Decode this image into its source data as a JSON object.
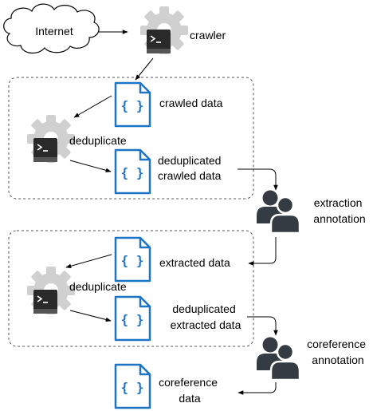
{
  "nodes": {
    "internet": "Internet",
    "crawler": "crawler",
    "crawled_data": "crawled data",
    "dedup_1": "deduplicate",
    "dedup_crawled": [
      "deduplicated",
      "crawled data"
    ],
    "extraction": [
      "extraction",
      "annotation"
    ],
    "extracted_data": "extracted data",
    "dedup_2": "deduplicate",
    "dedup_extracted": [
      "deduplicated",
      "extracted data"
    ],
    "coreference": [
      "coreference",
      "annotation"
    ],
    "coreference_data": [
      "coreference",
      "data"
    ]
  },
  "icons": {
    "gear": "gear-terminal-icon",
    "json": "json-document-icon",
    "people": "people-icon",
    "cloud": "cloud-icon",
    "json_glyph": "{ }"
  },
  "colors": {
    "doc_stroke": "#1e74c4",
    "gear": "#d0d0d0",
    "terminal": "#2a2a2a",
    "people": "#353b43",
    "line": "#000000",
    "group_border": "#555555"
  }
}
